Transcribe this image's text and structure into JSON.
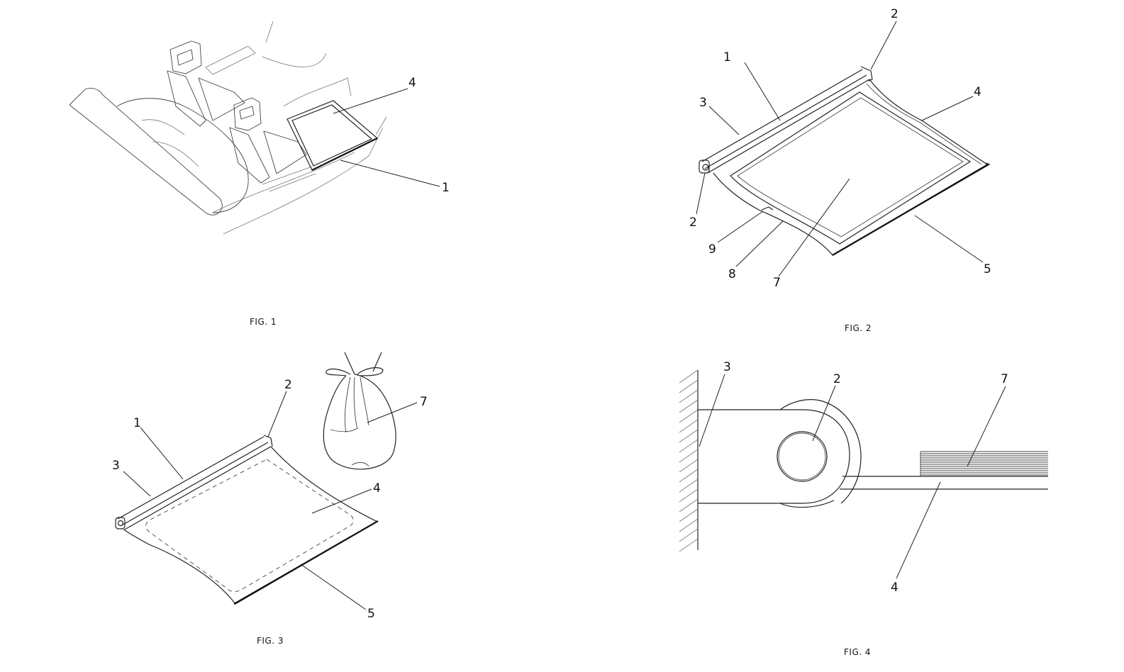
{
  "figures": [
    {
      "id": "fig1",
      "caption": "FIG. 1",
      "labels": [
        "4",
        "1"
      ]
    },
    {
      "id": "fig2",
      "caption": "FIG. 2",
      "labels": [
        "2",
        "1",
        "3",
        "4",
        "2",
        "9",
        "8",
        "7",
        "5"
      ]
    },
    {
      "id": "fig3",
      "caption": "FIG. 3",
      "labels": [
        "2",
        "1",
        "3",
        "7",
        "4",
        "5"
      ]
    },
    {
      "id": "fig4",
      "caption": "FIG. 4",
      "labels": [
        "3",
        "2",
        "7",
        "4"
      ]
    }
  ]
}
